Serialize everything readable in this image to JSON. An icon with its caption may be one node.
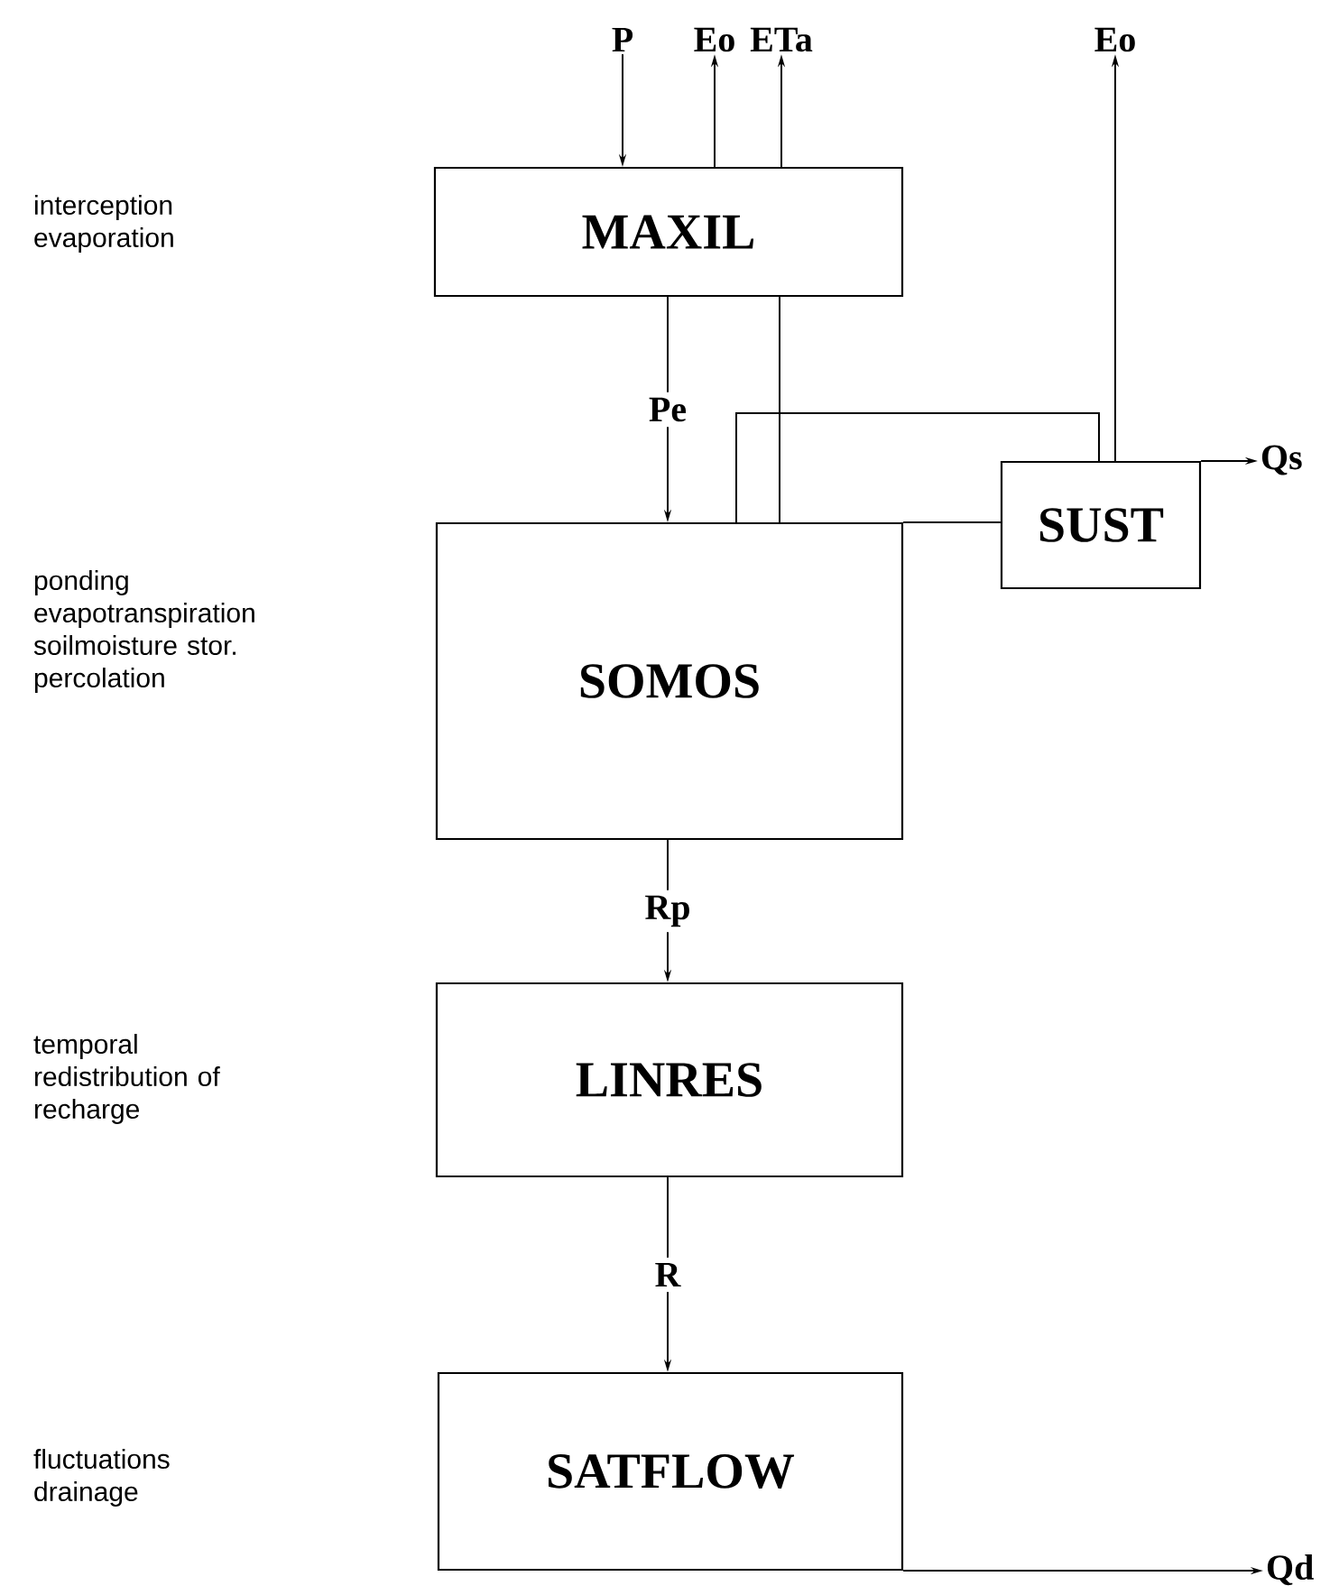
{
  "diagram": {
    "nodes": [
      {
        "text": [
          "P"
        ]
      },
      {
        "text": [
          "Eo"
        ]
      },
      {
        "text": [
          "ETa"
        ]
      },
      {
        "text": [
          "Eo"
        ]
      },
      {
        "text": [
          "MAXIL"
        ]
      },
      {
        "text": [
          "SOMOS"
        ]
      },
      {
        "text": [
          "SUST"
        ]
      },
      {
        "text": [
          "Qs"
        ]
      },
      {
        "text": [
          "LINRES"
        ]
      },
      {
        "text": [
          "SATFLOW"
        ]
      },
      {
        "text": [
          "Qd"
        ]
      }
    ],
    "edges": [
      {
        "from": 0,
        "to": 4,
        "arrow": "to"
      },
      {
        "from": 4,
        "to": 1,
        "arrow": "to"
      },
      {
        "from": 4,
        "to": 2,
        "arrow": "to"
      },
      {
        "from": 5,
        "to": 4,
        "arrow": "none"
      },
      {
        "from": 4,
        "to": 5,
        "arrow": "to",
        "label": "Pe"
      },
      {
        "from": 5,
        "to": 6,
        "arrow": "none"
      },
      {
        "from": 5,
        "to": 6,
        "arrow": "none"
      },
      {
        "from": 6,
        "to": 3,
        "arrow": "to"
      },
      {
        "from": 6,
        "to": 7,
        "arrow": "to"
      },
      {
        "from": 5,
        "to": 8,
        "arrow": "to",
        "label": "Rp"
      },
      {
        "from": 8,
        "to": 9,
        "arrow": "to",
        "label": "R"
      },
      {
        "from": 9,
        "to": 10,
        "arrow": "to"
      }
    ],
    "labels": [
      "interception evaporation",
      "ponding evapotranspiration soilmoisture stor. percolation",
      "temporal redistribution of recharge",
      "fluctuations drainage"
    ]
  }
}
